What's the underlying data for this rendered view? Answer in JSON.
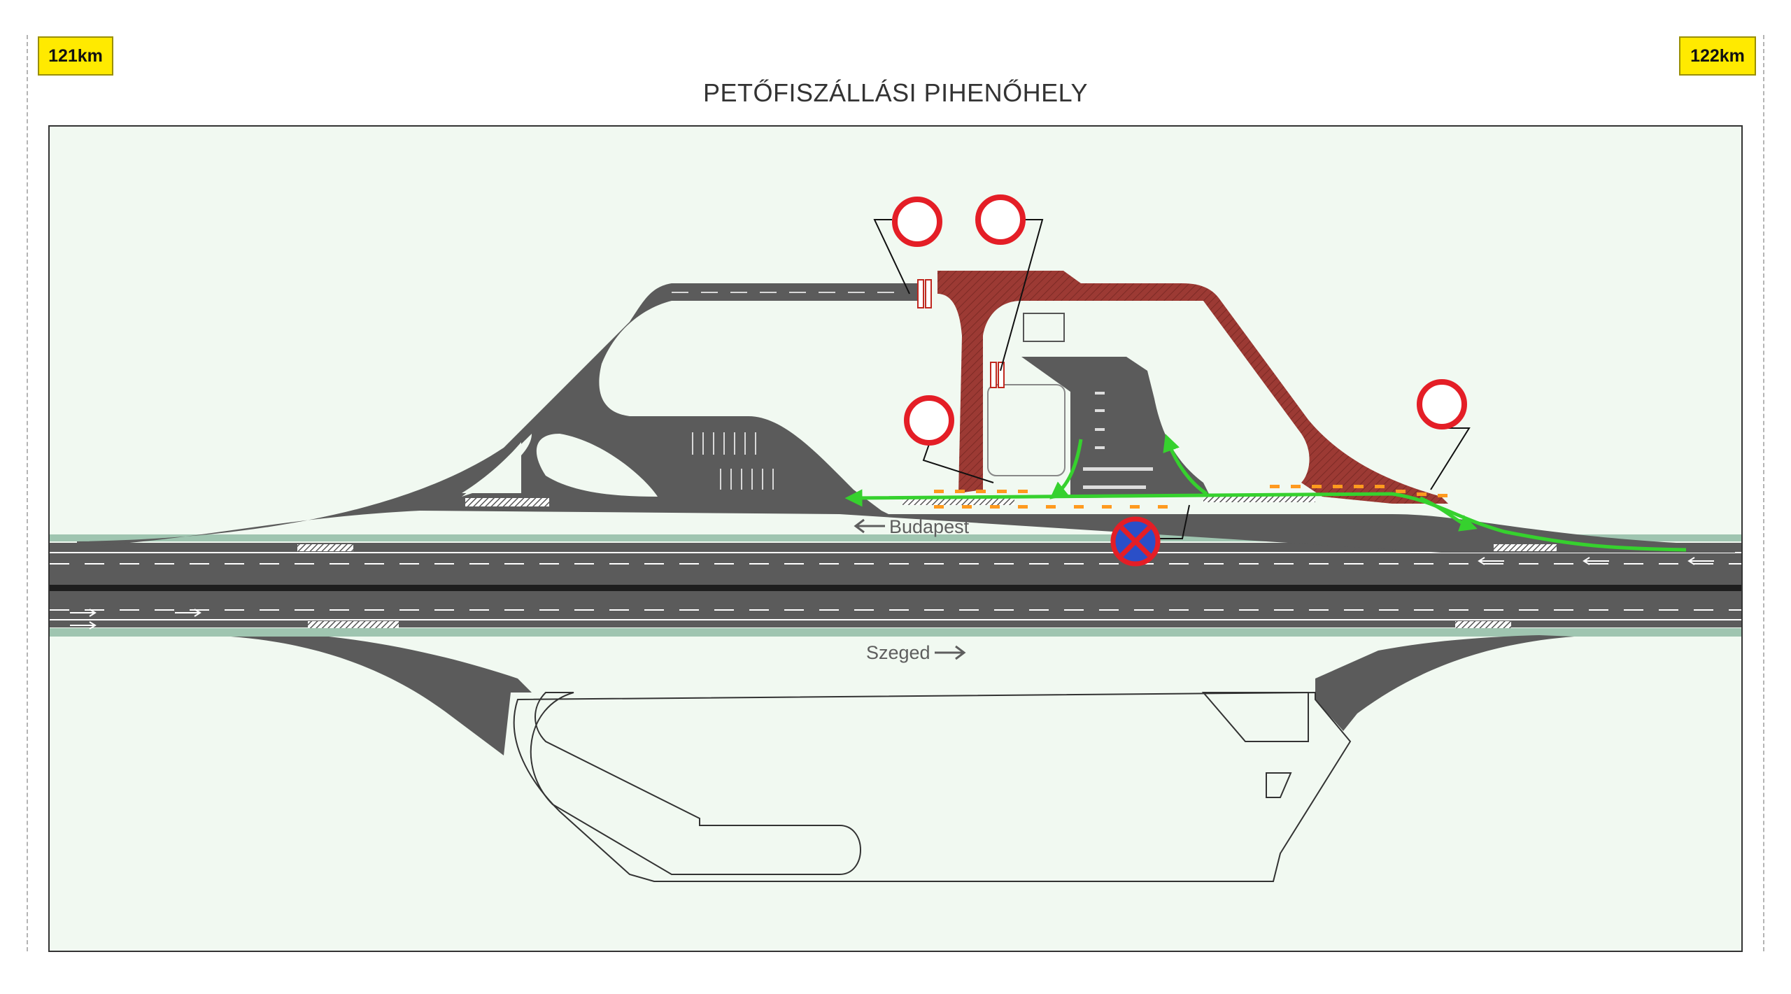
{
  "markers": {
    "left_km": "121km",
    "right_km": "122km"
  },
  "title": "PETŐFISZÁLLÁSI PIHENŐHELY",
  "directions": {
    "north": "Budapest",
    "south": "Szeged"
  },
  "colors": {
    "background": "#f1f9f1",
    "road": "#5b5b5b",
    "closed_area": "#9c3a34",
    "detour_route": "#36d12e",
    "verge": "#9fc5b0",
    "sign_ring": "#e41e26",
    "no_stopping_blue": "#2a4fc8"
  },
  "signs": [
    {
      "type": "no-entry"
    },
    {
      "type": "no-entry"
    },
    {
      "type": "no-entry"
    },
    {
      "type": "no-entry"
    },
    {
      "type": "no-stopping"
    }
  ]
}
